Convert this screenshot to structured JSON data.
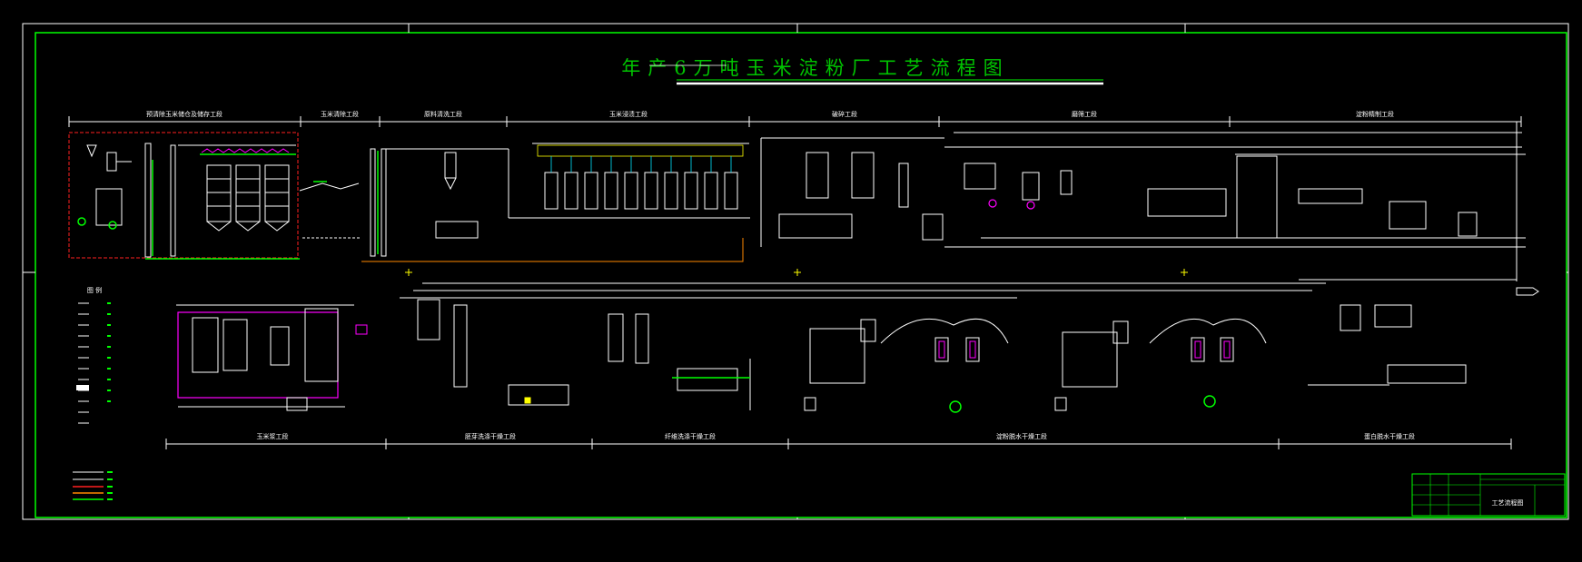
{
  "title": "年产6万吨玉米淀粉厂工艺流程图",
  "stages_top": [
    "预清除玉米储仓及储存工段",
    "玉米清除工段",
    "原料清洗工段",
    "玉米浸渍工段",
    "破碎工段",
    "磨筛工段",
    "淀粉精制工段"
  ],
  "stages_bottom": [
    "玉米浆工段",
    "胚芽洗涤干燥工段",
    "纤维洗涤干燥工段",
    "淀粉脱水干燥工段",
    "蛋白脱水干燥工段"
  ],
  "legend": {
    "heading": "图  例"
  },
  "title_block": {
    "drawing_name": "工艺流程图"
  },
  "colors": {
    "frame": "#00ff00",
    "line": "#ffffff",
    "title": "#00c400",
    "equipment_magenta": "#ff00ff",
    "boundary_red": "#ff2020",
    "steam": "#ff8800",
    "cyan": "#00e5ff",
    "yellow": "#ffff00"
  }
}
